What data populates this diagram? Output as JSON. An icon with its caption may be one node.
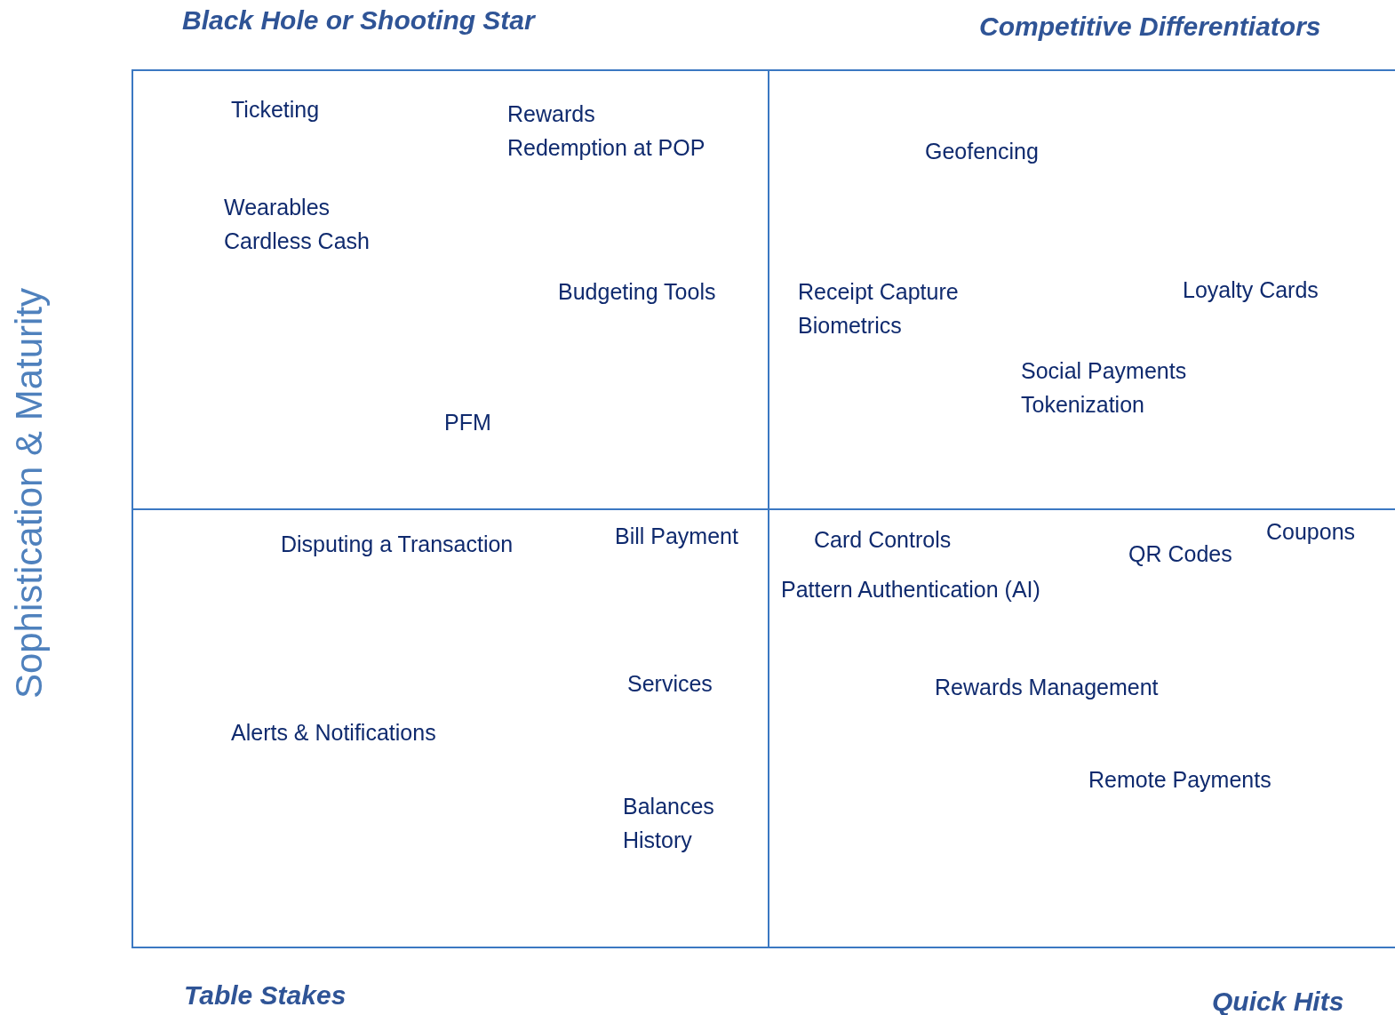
{
  "diagram": {
    "nodes": [
      {
        "text": [
          "Black Hole or Shooting Star",
          "Ticketing",
          "Rewards Redemption at POP",
          "Wearables",
          "Cardless Cash",
          "Budgeting Tools",
          "PFM"
        ]
      },
      {
        "text": [
          "Competitive Differentiators",
          "Geofencing",
          "Receipt Capture",
          "Biometrics",
          "Loyalty Cards",
          "Social Payments",
          "Tokenization"
        ]
      },
      {
        "text": [
          "Table Stakes",
          "Disputing a Transaction",
          "Bill Payment",
          "Services",
          "Alerts & Notifications",
          "Balances",
          "History"
        ]
      },
      {
        "text": [
          "Quick Hits",
          "Card Controls",
          "QR Codes",
          "Coupons",
          "Pattern Authentication (AI)",
          "Rewards Management",
          "Remote Payments"
        ]
      }
    ],
    "labels": [
      "Sophistication & Maturity"
    ]
  }
}
